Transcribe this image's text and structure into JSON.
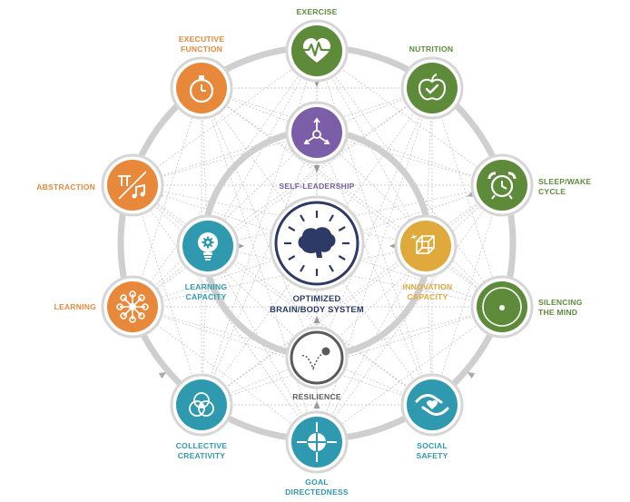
{
  "colors": {
    "orange": "#E8883A",
    "green": "#5E8B3A",
    "teal": "#2F9AAF",
    "purple": "#7B5EA7",
    "gold": "#E0A93B",
    "navy": "#2E3A66",
    "gray": "#5A5A5A",
    "ring": "#CFCFCF",
    "web": "#BFBFBF"
  },
  "center": {
    "label_line1": "OPTIMIZED",
    "label_line2": "BRAIN/BODY SYSTEM",
    "icon": "brain-icon"
  },
  "outer_nodes": [
    {
      "key": "exercise",
      "line1": "EXERCISE",
      "line2": "",
      "icon": "heart-pulse-icon",
      "color": "green"
    },
    {
      "key": "nutrition",
      "line1": "NUTRITION",
      "line2": "",
      "icon": "apple-check-icon",
      "color": "green"
    },
    {
      "key": "sleep-wake-cycle",
      "line1": "SLEEP/WAKE",
      "line2": "CYCLE",
      "icon": "alarm-clock-icon",
      "color": "green"
    },
    {
      "key": "silencing-the-mind",
      "line1": "SILENCING",
      "line2": "THE MIND",
      "icon": "dot-circle-icon",
      "color": "green"
    },
    {
      "key": "social-safety",
      "line1": "SOCIAL",
      "line2": "SAFETY",
      "icon": "hands-heart-icon",
      "color": "teal"
    },
    {
      "key": "goal-directedness",
      "line1": "GOAL",
      "line2": "DIRECTEDNESS",
      "icon": "target-icon",
      "color": "teal"
    },
    {
      "key": "collective-creativity",
      "line1": "COLLECTIVE",
      "line2": "CREATIVITY",
      "icon": "venn-icon",
      "color": "teal"
    },
    {
      "key": "learning",
      "line1": "LEARNING",
      "line2": "",
      "icon": "network-icon",
      "color": "orange"
    },
    {
      "key": "abstraction",
      "line1": "ABSTRACTION",
      "line2": "",
      "icon": "pi-music-icon",
      "color": "orange"
    },
    {
      "key": "executive-function",
      "line1": "EXECUTIVE",
      "line2": "FUNCTION",
      "icon": "stopwatch-icon",
      "color": "orange"
    }
  ],
  "inner_nodes": [
    {
      "key": "self-leadership",
      "line1": "SELF-LEADERSHIP",
      "line2": "",
      "icon": "compass-arrows-icon",
      "color": "purple"
    },
    {
      "key": "innovation-capacity",
      "line1": "INNOVATION",
      "line2": "CAPACITY",
      "icon": "cube-icon",
      "color": "gold"
    },
    {
      "key": "resilience",
      "line1": "RESILIENCE",
      "line2": "",
      "icon": "bounce-ball-icon",
      "color": "gray"
    },
    {
      "key": "learning-capacity",
      "line1": "LEARNING",
      "line2": "CAPACITY",
      "icon": "lightbulb-gear-icon",
      "color": "teal"
    }
  ]
}
